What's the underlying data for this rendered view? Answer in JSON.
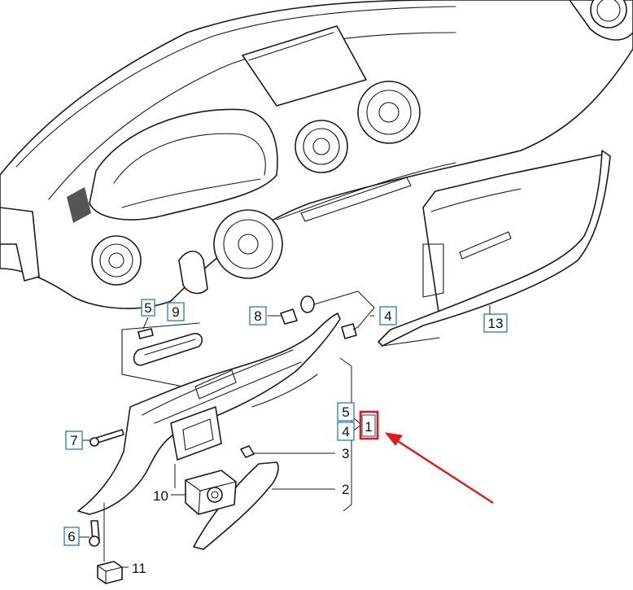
{
  "diagram": {
    "callouts": [
      {
        "id": "c1",
        "text": "1",
        "boxed": true,
        "highlighted": true
      },
      {
        "id": "c2",
        "text": "2",
        "boxed": false
      },
      {
        "id": "c3",
        "text": "3",
        "boxed": false
      },
      {
        "id": "c4a",
        "text": "4",
        "boxed": true
      },
      {
        "id": "c4b",
        "text": "4",
        "boxed": true
      },
      {
        "id": "c5a",
        "text": "5",
        "boxed": true
      },
      {
        "id": "c5b",
        "text": "5",
        "boxed": true
      },
      {
        "id": "c6",
        "text": "6",
        "boxed": true
      },
      {
        "id": "c7",
        "text": "7",
        "boxed": true
      },
      {
        "id": "c8",
        "text": "8",
        "boxed": true
      },
      {
        "id": "c9",
        "text": "9",
        "boxed": true
      },
      {
        "id": "c10",
        "text": "10",
        "boxed": false
      },
      {
        "id": "c11",
        "text": "11",
        "boxed": false
      },
      {
        "id": "c13",
        "text": "13",
        "boxed": true
      }
    ],
    "colors": {
      "line": "#1a1a1a",
      "callout_box": "#2a7da8",
      "highlight": "#e01a1a"
    }
  }
}
